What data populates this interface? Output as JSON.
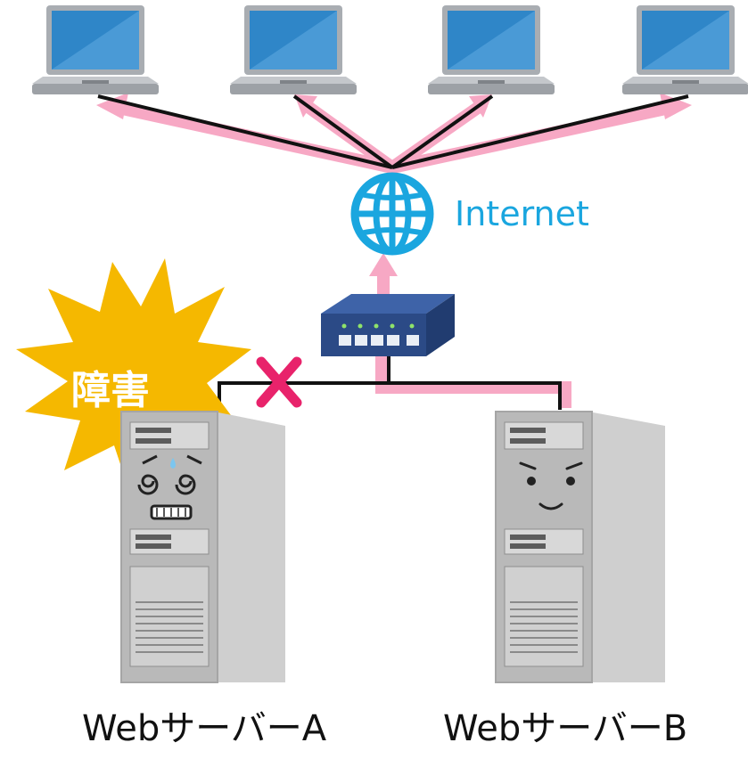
{
  "diagram": {
    "internet_label": "Internet",
    "fault_label": "障害",
    "servers": [
      {
        "id": "A",
        "label": "WebサーバーA",
        "status": "fault"
      },
      {
        "id": "B",
        "label": "WebサーバーB",
        "status": "ok"
      }
    ],
    "clients": [
      {
        "id": "pc-1",
        "icon": "laptop-icon"
      },
      {
        "id": "pc-2",
        "icon": "laptop-icon"
      },
      {
        "id": "pc-3",
        "icon": "laptop-icon"
      },
      {
        "id": "pc-4",
        "icon": "laptop-icon"
      }
    ],
    "colors": {
      "traffic": "#f7a8c4",
      "wire": "#111111",
      "internet": "#1aa6df",
      "fault_burst": "#f5b800",
      "cut_mark": "#e8236b",
      "switch": "#2b4a86",
      "server_body": "#b9b9b9"
    }
  }
}
